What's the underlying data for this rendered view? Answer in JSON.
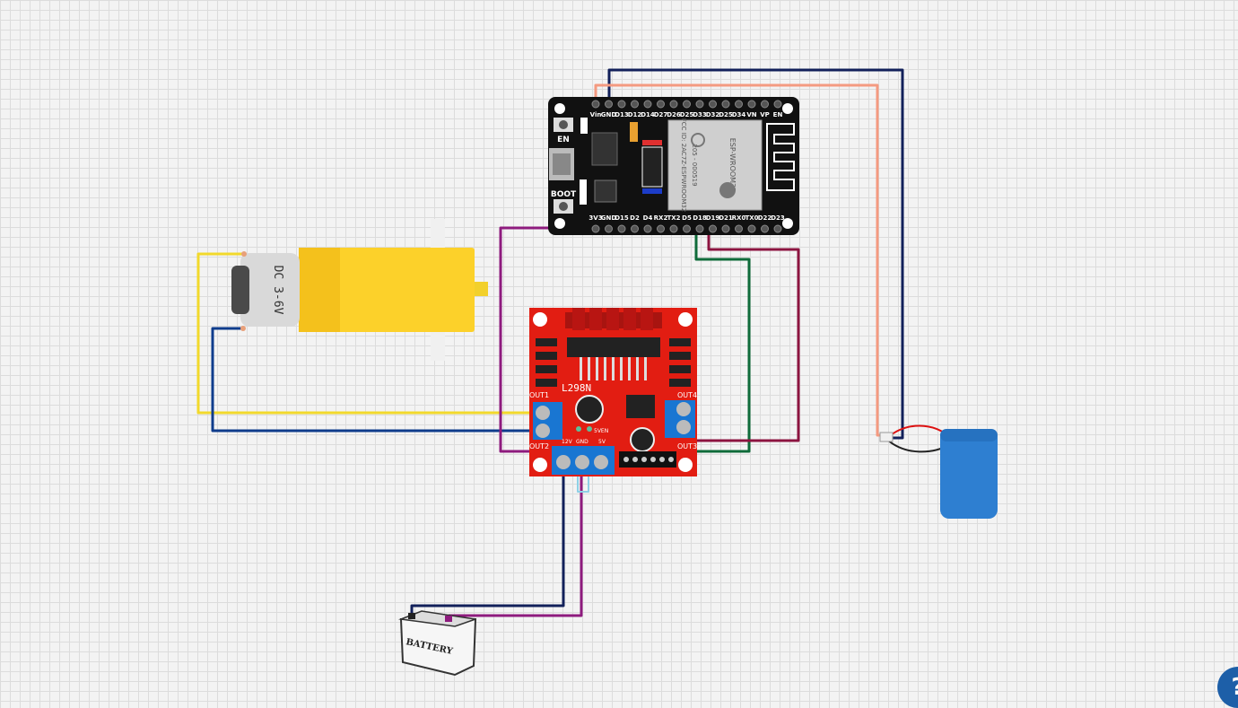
{
  "esp32": {
    "top_pins": [
      "Vin",
      "GND",
      "D13",
      "D12",
      "D14",
      "D27",
      "D26",
      "D25",
      "D33",
      "D32",
      "D25",
      "D34",
      "VN",
      "VP",
      "EN"
    ],
    "bottom_pins": [
      "3V3",
      "GND",
      "D15",
      "D2",
      "D4",
      "RX2",
      "TX2",
      "D5",
      "D18",
      "D19",
      "D21",
      "RX0",
      "TX0",
      "D22",
      "D23"
    ],
    "en_label": "EN",
    "boot_label": "BOOT",
    "module_name": "ESP-WROOM32",
    "module_fcc": "FCC ID: 2AC7Z-ESPWROOM32",
    "module_cert": "205 - 000519"
  },
  "l298n": {
    "chip_label": "L298N",
    "out1": "OUT1",
    "out2": "OUT2",
    "out3": "OUT3",
    "out4": "OUT4",
    "power_12v": "12V",
    "power_gnd": "GND",
    "power_5v": "5V",
    "enable_label": "5VEN"
  },
  "motor": {
    "label": "DC 3-6V"
  },
  "battery": {
    "label": "BATTERY"
  },
  "help": {
    "label": "?"
  },
  "colors": {
    "wire_yellow": "#f2d92b",
    "wire_blue": "#0f3c8c",
    "wire_navy": "#12205a",
    "wire_purple": "#8e1b7e",
    "wire_green": "#0f6b3a",
    "wire_maroon": "#8c1440",
    "wire_salmon": "#f49a80",
    "wire_light_blue": "#8ed0e6",
    "board_red": "#e21d12",
    "esp_black": "#111111"
  }
}
